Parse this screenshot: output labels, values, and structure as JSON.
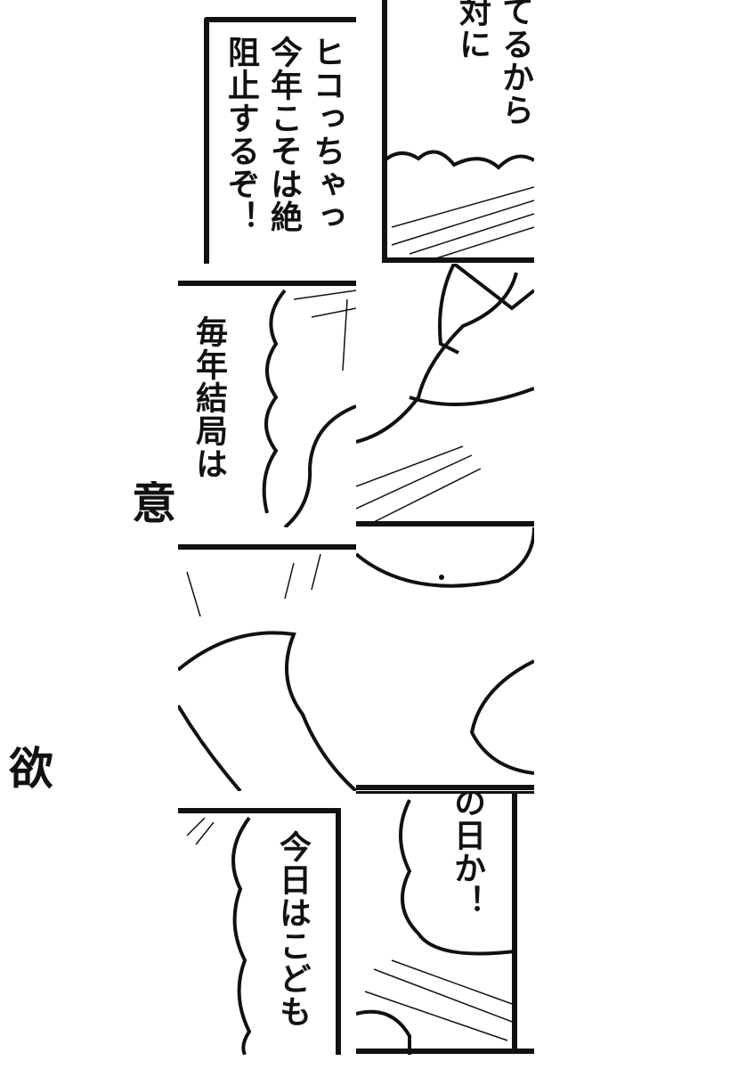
{
  "panels": {
    "top_left_speech": "ヒコっちゃっ\n今年こそは絶\n阻止するぞ！",
    "top_right_speech": "てるから\n対に",
    "mid_left_speech": "毎年結局は",
    "bottom_left_speech": "今日はこども",
    "bottom_right_speech": "の日か！"
  },
  "fragments": {
    "i_character": "意",
    "yoku_text": "欲"
  },
  "colors": {
    "ink": "#111111",
    "paper": "#ffffff"
  }
}
